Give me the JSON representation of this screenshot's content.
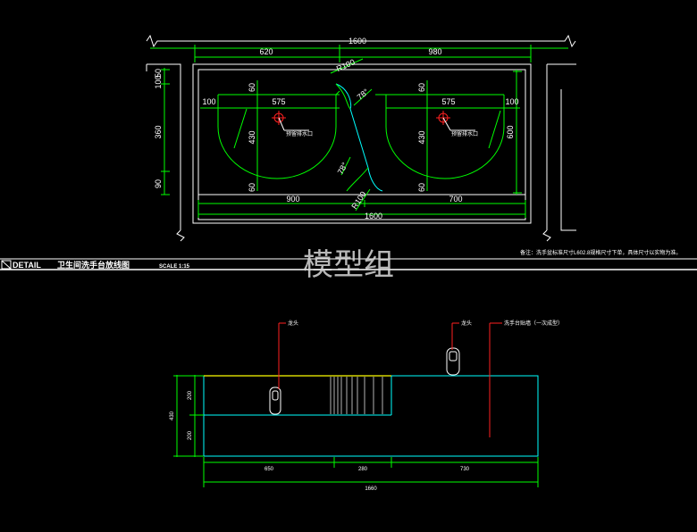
{
  "plan": {
    "dims_top": {
      "total": "1600",
      "left": "620",
      "right": "980"
    },
    "dims_left": {
      "a": "100",
      "b": "50",
      "c": "360",
      "d": "90"
    },
    "dims_inner_left": {
      "side": "100",
      "width": "575",
      "top": "60",
      "height": "430",
      "bottom": "60"
    },
    "dims_inner_right": {
      "width": "575",
      "side": "100",
      "top": "60",
      "height": "430",
      "bottom": "60",
      "total_h": "600"
    },
    "dims_center": {
      "r_top": "R100",
      "ang_top": "78°",
      "ang_bot": "78°",
      "r_bot": "R100"
    },
    "dims_bottom": {
      "left": "900",
      "right": "700",
      "total": "1600"
    },
    "drain_label_left": "预留排水口",
    "drain_label_right": "预留排水口"
  },
  "title_bar": {
    "prefix": "DETAIL",
    "name": "卫生间洗手台放线图",
    "scale": "SCALE 1:15"
  },
  "note": "备注：洗手盆标准尺寸L602.8规格尺寸下单，具体尺寸以实物为准。",
  "watermark": "模型组",
  "elevation": {
    "labels": {
      "left_valve": "龙头",
      "right_valve": "龙头",
      "wall_note": "洗手台贴墙（一次成型）"
    },
    "dims_left": {
      "total": "430",
      "upper": "200",
      "lower": "200"
    },
    "dims_bottom": {
      "a": "650",
      "b": "280",
      "c": "730",
      "total": "1660"
    }
  },
  "colors": {
    "green": "#00ff00",
    "white": "#ffffff",
    "cyan": "#00ffff",
    "yellow": "#ffff00",
    "red": "#ff2020"
  }
}
